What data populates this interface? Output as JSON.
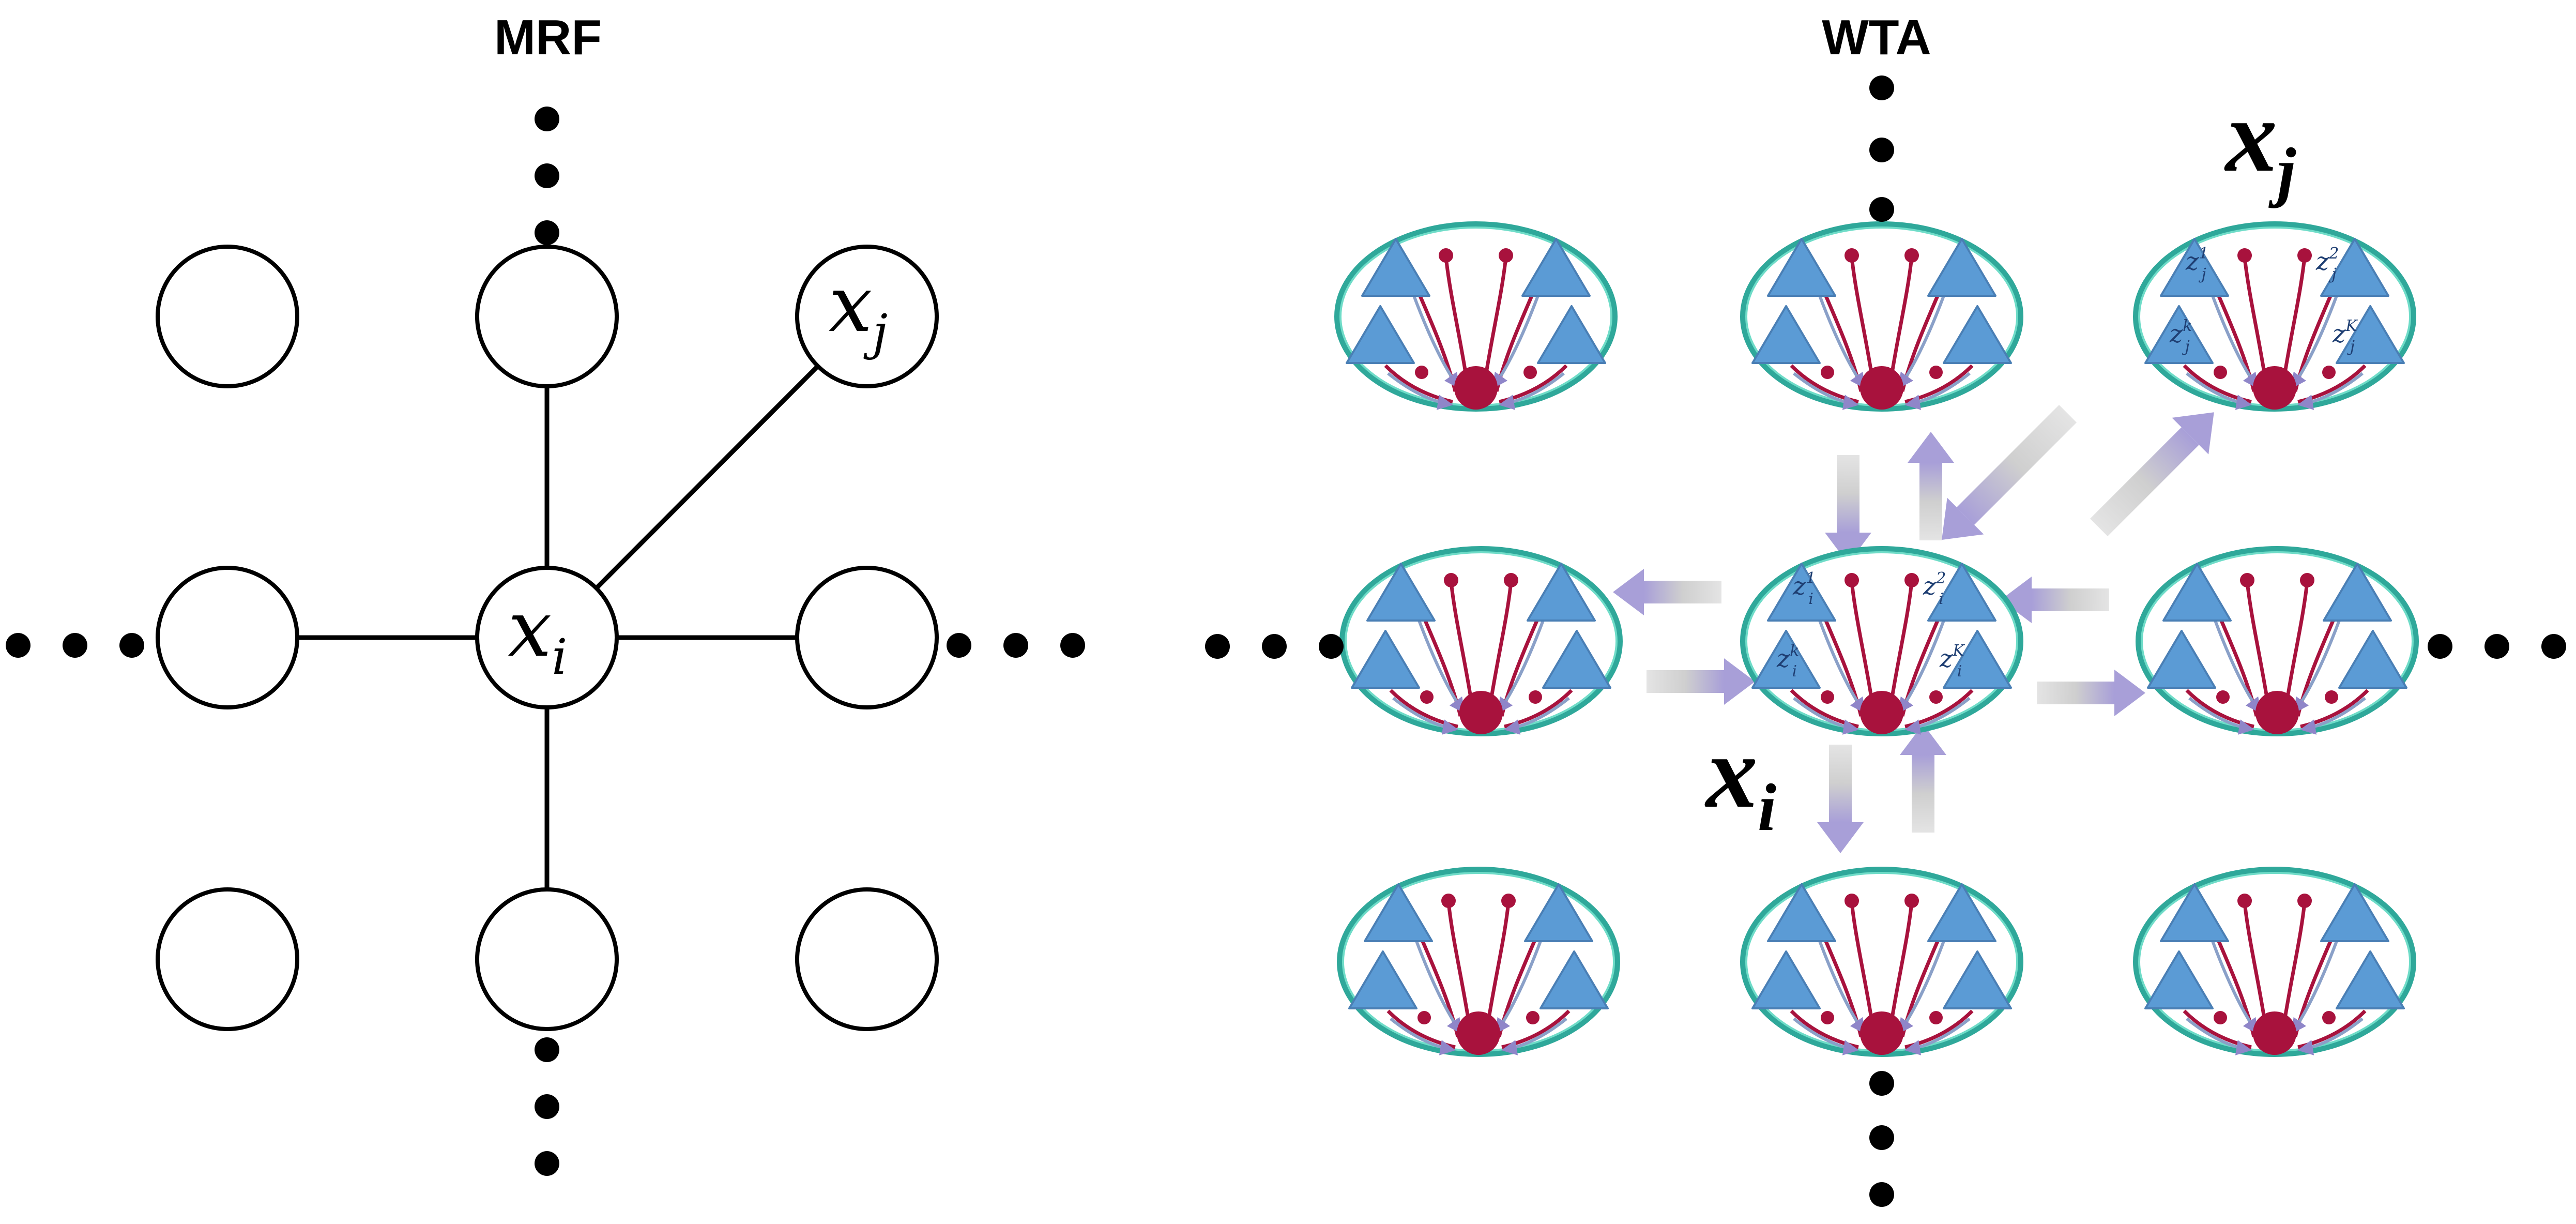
{
  "mrf": {
    "title": "MRF",
    "center_label": {
      "base": "x",
      "sub": "i"
    },
    "corner_label": {
      "base": "x",
      "sub": "j"
    }
  },
  "wta": {
    "title": "WTA",
    "label_i": {
      "base": "x",
      "sub": "i"
    },
    "label_j": {
      "base": "x",
      "sub": "j"
    },
    "center_neurons": [
      {
        "base": "z",
        "sub": "i",
        "sup": "1"
      },
      {
        "base": "z",
        "sub": "i",
        "sup": "2"
      },
      {
        "base": "z",
        "sub": "i",
        "sup": "k"
      },
      {
        "base": "z",
        "sub": "i",
        "sup": "K"
      }
    ],
    "corner_neurons": [
      {
        "base": "z",
        "sub": "j",
        "sup": "1"
      },
      {
        "base": "z",
        "sub": "j",
        "sup": "2"
      },
      {
        "base": "z",
        "sub": "j",
        "sup": "k"
      },
      {
        "base": "z",
        "sub": "j",
        "sup": "K"
      }
    ]
  },
  "colors": {
    "ellipse_outer": "#2fa89a",
    "ellipse_inner": "#6fdcc8",
    "excitatory": "#5b9bd5",
    "excitatory_edge": "#4a7fb5",
    "inhibitory": "#a8123d",
    "arrow": "#a89fd8",
    "arrow_tail": "#d4d4d4"
  }
}
